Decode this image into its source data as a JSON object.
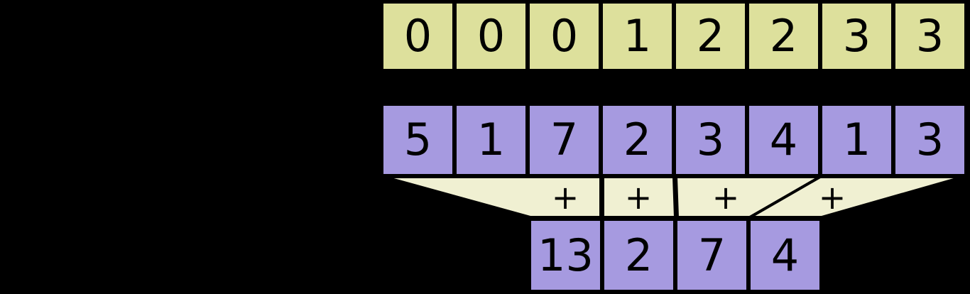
{
  "diagram": {
    "title": "segment-reduction-diagram",
    "colors": {
      "background": "#000000",
      "index_cell": "#dde09c",
      "value_cell": "#a69ae0",
      "connector": "#f0f0d2",
      "stroke": "#000000"
    },
    "index_row": {
      "name": "segment-ids",
      "cells": [
        "0",
        "0",
        "0",
        "1",
        "2",
        "2",
        "3",
        "3"
      ]
    },
    "values_row": {
      "name": "input-values",
      "cells": [
        "5",
        "1",
        "7",
        "2",
        "3",
        "4",
        "1",
        "3"
      ]
    },
    "connectors": {
      "name": "sum-connectors",
      "operator": "+",
      "groups": [
        {
          "label": "+",
          "span": 3
        },
        {
          "label": "+",
          "span": 1
        },
        {
          "label": "+",
          "span": 2
        },
        {
          "label": "+",
          "span": 2
        }
      ]
    },
    "result_row": {
      "name": "output-values",
      "cells": [
        "13",
        "2",
        "7",
        "4"
      ]
    }
  }
}
